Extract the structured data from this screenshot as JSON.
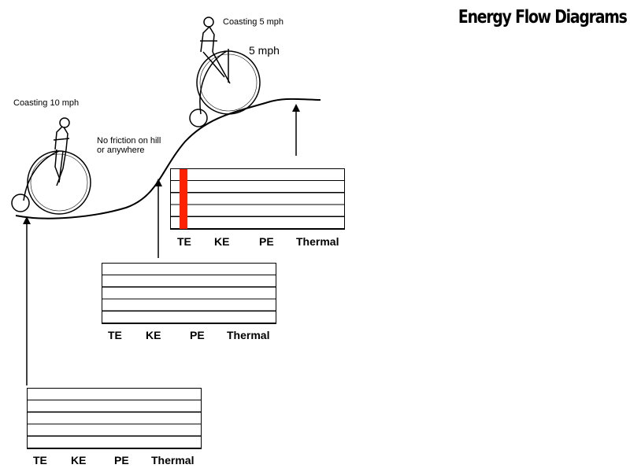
{
  "title": "Energy Flow Diagrams",
  "labels": {
    "coasting_start": "Coasting 10 mph",
    "friction_note": [
      "No friction on hill",
      "or anywhere"
    ],
    "coasting_top": "Coasting 5 mph",
    "speed_top": "5 mph"
  },
  "charts": [
    {
      "axis": [
        "TE",
        "KE",
        "PE",
        "Thermal"
      ]
    },
    {
      "axis": [
        "TE",
        "KE",
        "PE",
        "Thermal"
      ]
    },
    {
      "axis": [
        "TE",
        "KE",
        "PE",
        "Thermal"
      ],
      "bars": {
        "TE": 1.0
      }
    }
  ],
  "colors": {
    "bar": "#ff2200",
    "ink": "#000000"
  },
  "icons": [
    "penny-farthing-bicycle-icon",
    "arrow-up-icon"
  ]
}
